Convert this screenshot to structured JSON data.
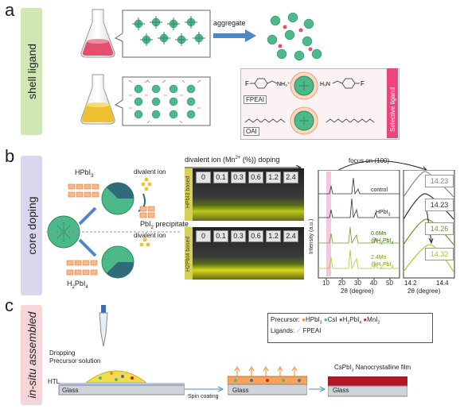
{
  "panel_a": {
    "letter": "a",
    "side_label": "shell ligand",
    "aggregate_label": "aggregate",
    "fpeai_label": "FPEAI",
    "oai_label": "OAI",
    "selective_label": "Selective ligand",
    "f_left": "F",
    "nh3_left": "NH",
    "h3n_right": "H",
    "f_right": "F"
  },
  "panel_b": {
    "letter": "b",
    "side_label": "core doping",
    "hpbi3_label": "HPbI",
    "h2pbi4_label": "H",
    "divalent_top": "divalent ion",
    "divalent_bottom": "divalent ion",
    "pbi2_label": "PbI",
    "doping_title": "divalent ion (Mn",
    "doping_suffix": " (%)) doping",
    "doses": [
      "0",
      "0.1",
      "0.3",
      "0.6",
      "1.2",
      "2.4"
    ],
    "photo_label_top": "HPbI3 based",
    "photo_label_bottom": "H2PbI4 based",
    "focus_label": "focus on (100)",
    "xrd_ylabel": "Intensity (a.u.)",
    "xrd_xlabel": "2θ (degree)",
    "xrd_ticks": [
      "10",
      "20",
      "30",
      "40",
      "50"
    ],
    "zoom_xlabel": "2θ (degree)",
    "zoom_ticks": [
      "14.2",
      "14.4"
    ],
    "traces": [
      "control",
      "HPbI",
      "0.6Mn",
      "@H",
      "2.4Mn",
      "@H"
    ],
    "peak_values": [
      "14.23",
      "14.23",
      "14.26",
      "14.32"
    ]
  },
  "panel_c": {
    "letter": "c",
    "side_label": "in-situ assembled",
    "dropping": "Dropping",
    "precursor_solution": "Precursor solution",
    "htl": "HTL",
    "glass": "Glass",
    "spin_coating": "Spin coating",
    "film_label": "CsPbI",
    "film_suffix": " Nanocrystalline film",
    "legend_precursor": "Precursor:",
    "legend_hpbi3": "HPbI",
    "legend_csi": "CsI",
    "legend_h2pbi4": "H",
    "legend_mni2": "MnI",
    "legend_ligands": "Ligands:",
    "legend_fpeai": "FPEAI"
  },
  "colors": {
    "sidebar_a": "#cfe8b4",
    "sidebar_b": "#d9d6ee",
    "sidebar_c": "#f6d6d8",
    "crystal_green": "#4db889",
    "orange": "#f08a2c",
    "pink_box": "#e8467c",
    "arrow_blue": "#4f86c6"
  }
}
